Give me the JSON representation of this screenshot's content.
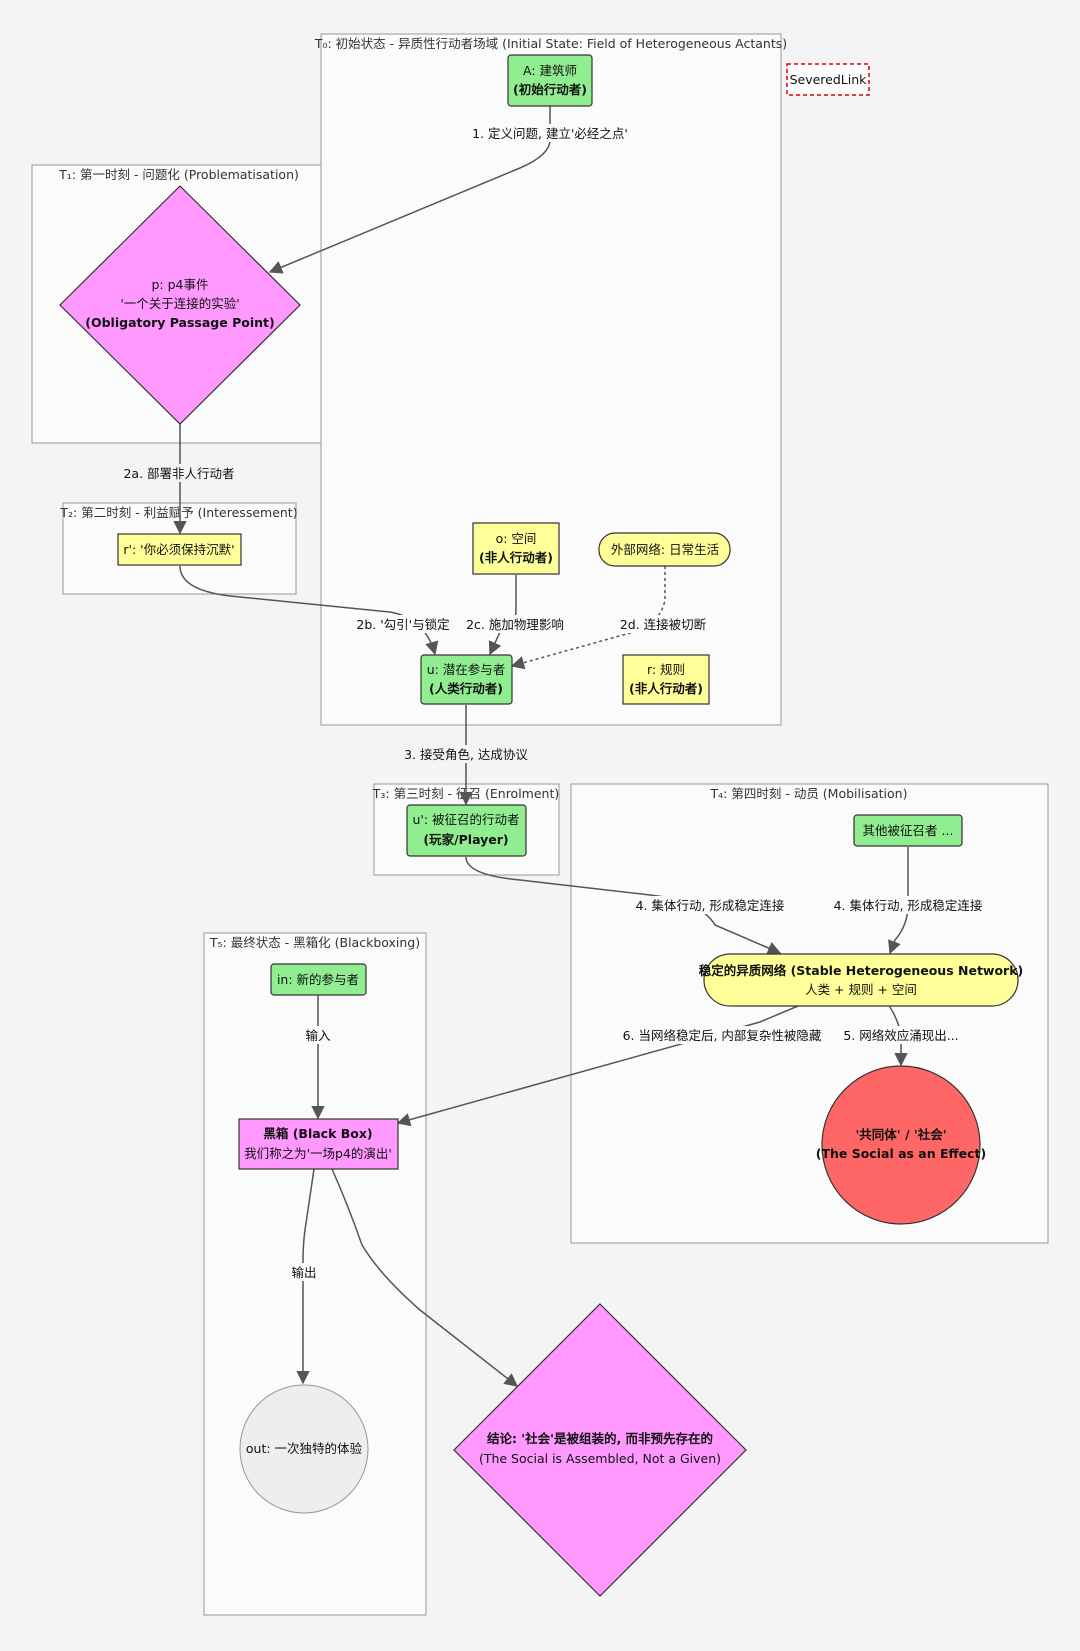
{
  "subgraphs": {
    "t0": "T₀: 初始状态 - 异质性行动者场域 (Initial State: Field of Heterogeneous Actants)",
    "t1": "T₁: 第一时刻 - 问题化 (Problematisation)",
    "t2": "T₂: 第二时刻 - 利益赋予 (Interessement)",
    "t3": "T₃: 第三时刻 - 征召 (Enrolment)",
    "t4": "T₄: 第四时刻 - 动员 (Mobilisation)",
    "t5": "T₅: 最终状态 - 黑箱化 (Blackboxing)"
  },
  "legend": {
    "severed_link": "SeveredLink"
  },
  "nodes": {
    "architect": {
      "line1": "A: 建筑师",
      "line2": "(初始行动者)"
    },
    "opp": {
      "line1": "p: p4事件",
      "line2": "'一个关于连接的实验'",
      "line3": "(Obligatory Passage Point)"
    },
    "silence_rule": {
      "line1": "r': '你必须保持沉默'"
    },
    "space": {
      "line1": "o: 空间",
      "line2": "(非人行动者)"
    },
    "external": {
      "line1": "外部网络: 日常生活"
    },
    "participant": {
      "line1": "u: 潜在参与者",
      "line2": "(人类行动者)"
    },
    "rules": {
      "line1": "r: 规则",
      "line2": "(非人行动者)"
    },
    "enrolled": {
      "line1": "u': 被征召的行动者",
      "line2": "(玩家/Player)"
    },
    "others": {
      "line1": "其他被征召者 ..."
    },
    "network": {
      "line1": "稳定的异质网络 (Stable Heterogeneous Network)",
      "line2": "人类 + 规则 + 空间"
    },
    "social": {
      "line1": "'共同体' / '社会'",
      "line2": "(The Social as an Effect)"
    },
    "newcomer": {
      "line1": "in: 新的参与者"
    },
    "blackbox": {
      "line1": "黑箱 (Black Box)",
      "line2": "我们称之为'一场p4的演出'"
    },
    "experience": {
      "line1": "out: 一次独特的体验"
    },
    "conclusion": {
      "line1": "结论: '社会'是被组装的, 而非预先存在的",
      "line2": "(The Social is Assembled, Not a Given)"
    }
  },
  "edges": {
    "e1": "1. 定义问题, 建立'必经之点'",
    "e2a": "2a. 部署非人行动者",
    "e2b": "2b. '勾引'与锁定",
    "e2c": "2c. 施加物理影响",
    "e2d": "2d. 连接被切断",
    "e3": "3. 接受角色, 达成协议",
    "e4a": "4. 集体行动, 形成稳定连接",
    "e4b": "4. 集体行动, 形成稳定连接",
    "e5": "5. 网络效应涌现出...",
    "e6": "6. 当网络稳定后, 内部复杂性被隐藏",
    "in": "输入",
    "out": "输出"
  },
  "colors": {
    "human_actor": "#90ee90",
    "non_human_actor": "#ffff99",
    "event_diamond": "#ff99ff",
    "social_effect": "#ff6666",
    "outcome": "#eeeeee",
    "edge": "#555555",
    "severed": "#e00000"
  }
}
